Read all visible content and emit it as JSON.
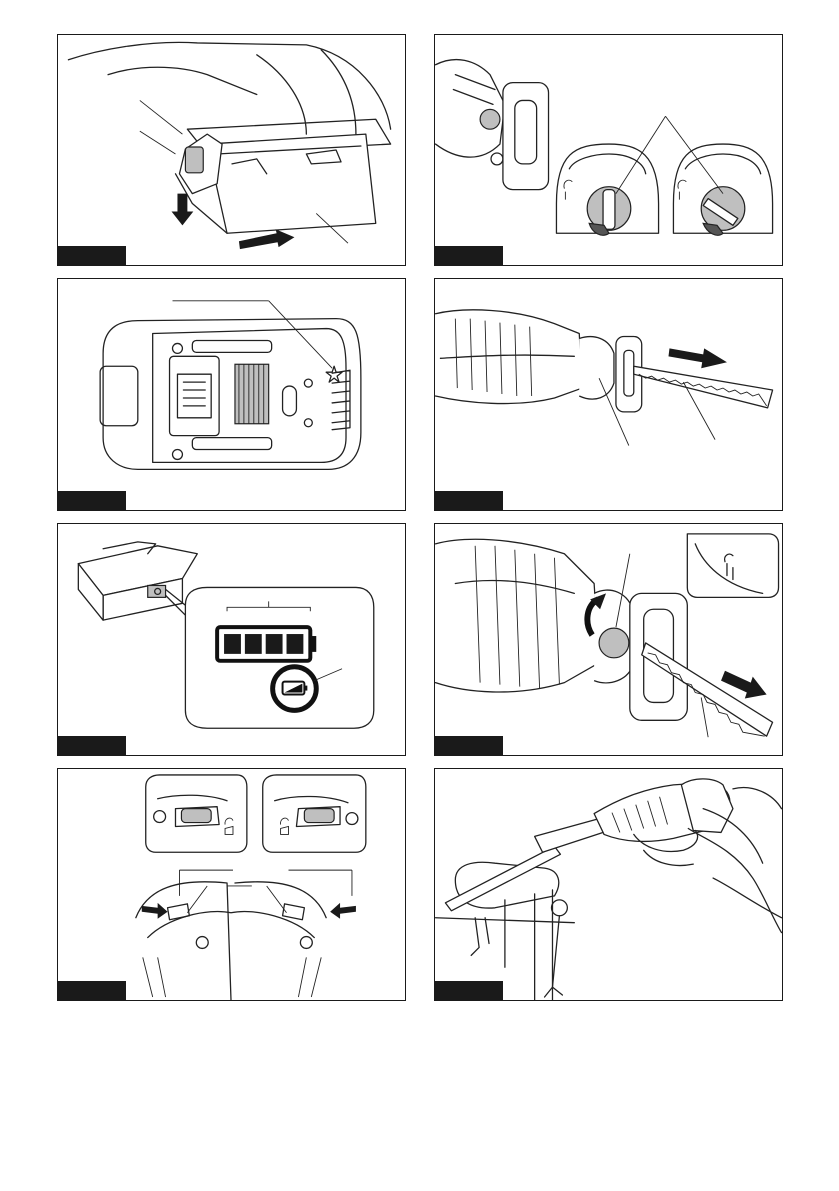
{
  "page": {
    "figures": [
      {
        "id": "fig-1",
        "caption": ""
      },
      {
        "id": "fig-2",
        "caption": ""
      },
      {
        "id": "fig-3",
        "caption": ""
      },
      {
        "id": "fig-4",
        "caption": ""
      },
      {
        "id": "fig-5",
        "caption": ""
      },
      {
        "id": "fig-6",
        "caption": ""
      },
      {
        "id": "fig-7",
        "caption": ""
      },
      {
        "id": "fig-8",
        "caption": ""
      }
    ],
    "colors": {
      "line": "#222222",
      "fill_gray": "#bfbfbf",
      "tag": "#1a1a1a"
    }
  }
}
